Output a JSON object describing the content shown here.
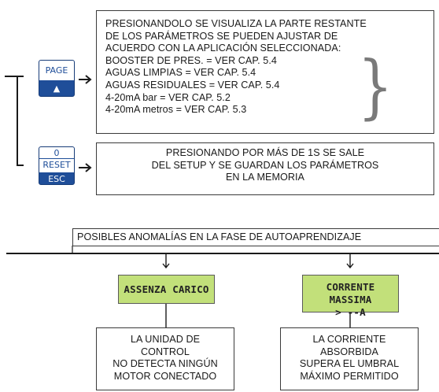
{
  "top_box": {
    "lines": [
      "PRESIONANDOLO SE VISUALIZA LA PARTE RESTANTE",
      "DE LOS PARÁMETROS SE PUEDEN AJUSTAR DE",
      "ACUERDO CON LA APLICACIÓN SELECCIONADA:",
      "BOOSTER DE PRES. = VER CAP. 5.4",
      "AGUAS LIMPIAS = VER CAP. 5.4",
      "AGUAS RESIDUALES = VER CAP. 5.4",
      "4-20mA bar = VER CAP. 5.2",
      "4-20mA metros = VER CAP. 5.3"
    ]
  },
  "page_key": {
    "label": "PAGE",
    "symbol": "▲"
  },
  "reset_key": {
    "top": "0",
    "middle": "RESET",
    "bottom": "ESC"
  },
  "reset_box": {
    "lines": [
      "PRESIONANDO POR MÁS DE 1S SE SALE",
      "DEL SETUP Y SE GUARDAN LOS PARÁMETROS",
      "EN LA MEMORIA"
    ]
  },
  "anomalies": {
    "title": "POSIBLES ANOMALÍAS EN LA FASE DE AUTOAPRENDIZAJE",
    "items": [
      {
        "display": [
          "ASSENZA CARICO"
        ],
        "description": [
          "LA UNIDAD DE",
          "CONTROL",
          "NO DETECTA NINGÚN",
          "MOTOR CONECTADO"
        ]
      },
      {
        "display": [
          "CORRENTE MASSIMA",
          "> --A"
        ],
        "description": [
          "LA CORRIENTE",
          "ABSORBIDA",
          "SUPERA EL UMBRAL",
          "MÁXIMO PERMITIDO"
        ]
      }
    ]
  },
  "colors": {
    "key_blue": "#1f4e99",
    "lcd_green": "#c2e07a",
    "arrow_gray": "#7a7a7a",
    "line": "#1a1a1a"
  },
  "icons": {
    "arrow": "right-arrow-icon",
    "brace": "right-curly-brace-icon"
  }
}
